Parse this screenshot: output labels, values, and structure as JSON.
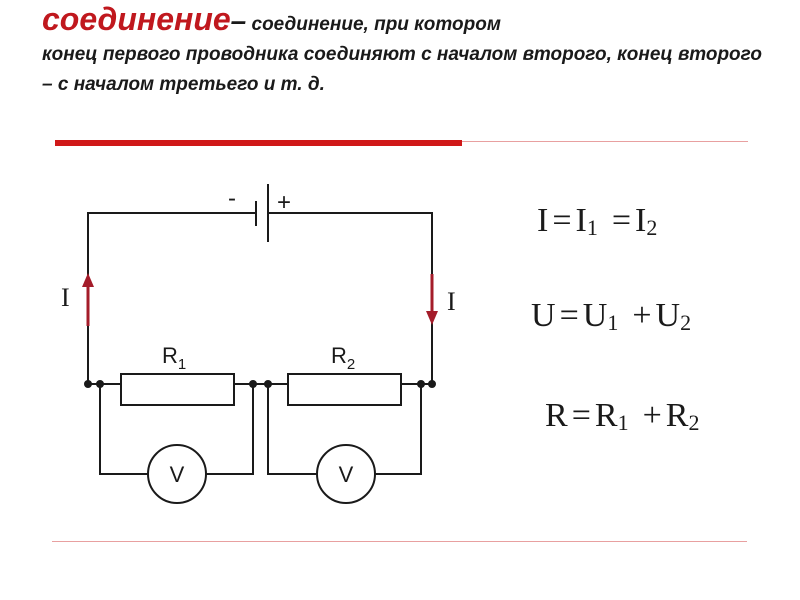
{
  "title": {
    "term": "соединение",
    "dash": "–",
    "definition_first": " соединение, при котором",
    "definition_rest": "конец первого проводника соединяют с началом второго, конец второго – с началом третьего и т. д."
  },
  "circuit": {
    "battery_minus": "-",
    "battery_plus": "+",
    "current_left": "I",
    "current_right": "I",
    "resistor1": {
      "letter": "R",
      "index": "1"
    },
    "resistor2": {
      "letter": "R",
      "index": "2"
    },
    "voltmeter1": "V",
    "voltmeter2": "V",
    "current_arrow_color": "#a41c2a"
  },
  "formulas": {
    "current": {
      "lhs": "I",
      "eq": "=",
      "a": "I",
      "a_sub": "1",
      "eq2": "=",
      "b": "I",
      "b_sub": "2"
    },
    "voltage": {
      "lhs": "U",
      "eq": "=",
      "a": "U",
      "a_sub": "1",
      "op": "+",
      "b": "U",
      "b_sub": "2"
    },
    "resistance": {
      "lhs": "R",
      "eq": "=",
      "a": "R",
      "a_sub": "1",
      "op": "+",
      "b": "R",
      "b_sub": "2"
    }
  },
  "colors": {
    "title_term": "#c0181e",
    "rule_thick": "#d01818",
    "rule_thin": "#e8a0a0"
  }
}
